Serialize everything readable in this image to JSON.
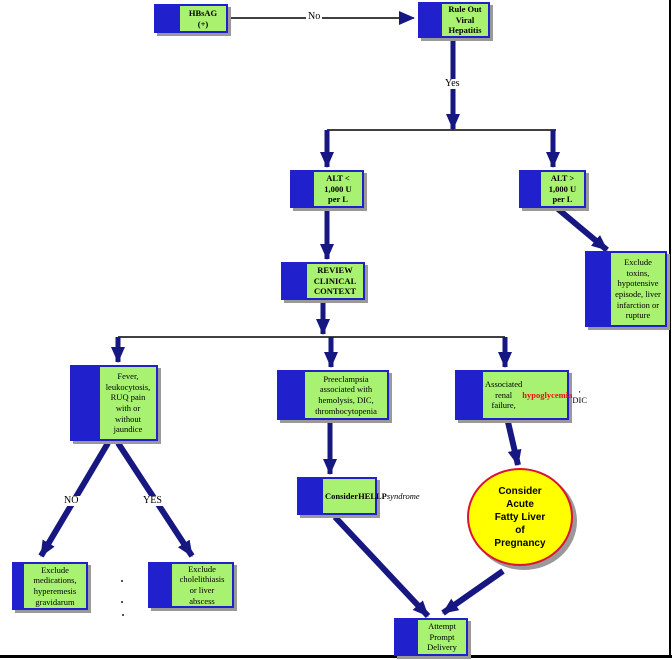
{
  "nodes": {
    "hbsag": {
      "text": "HBsAG\n(+)"
    },
    "rule_out": {
      "text": "Rule Out\nViral\nHepatitis"
    },
    "alt_low": {
      "text": "ALT <\n1,000 U\nper L"
    },
    "alt_high": {
      "text": "ALT >\n1,000 U\nper L"
    },
    "exclude_toxins": {
      "text": "Exclude\ntoxins,\nhypotensive\nepisode, liver\ninfarction or\nrupture"
    },
    "review": {
      "text": "REVIEW\nCLINICAL\nCONTEXT"
    },
    "fever": {
      "text": "Fever,\nleukocytosis,\nRUQ pain\nwith or\nwithout\njaundice"
    },
    "preeclampsia": {
      "text": "Preeclampsia\nassociated with\nhemolysis, DIC,\nthrombocytopenia"
    },
    "associated": {
      "before": "Associated\nrenal failure,\n",
      "highlight": "hypoglycemia",
      "after": " ,\nDIC"
    },
    "hellp": {
      "line1": "Consider",
      "line2": "HELLP",
      "line3": "syndrome"
    },
    "aflp": {
      "text": "Consider\nAcute\nFatty Liver\nof\nPregnancy"
    },
    "exclude_meds": {
      "text": "Exclude\nmedications,\nhyperemesis\ngravidarum"
    },
    "exclude_chole": {
      "text": "Exclude\ncholelithiasis\nor liver\nabscess"
    },
    "delivery": {
      "text": "Attempt\nPrompt\nDelivery"
    }
  },
  "labels": {
    "no_top": "No",
    "yes_top": "Yes",
    "no_branch": "NO",
    "yes_branch": "YES"
  },
  "colors": {
    "node_fill": "#a9f170",
    "node_border": "#2020cc",
    "arrow": "#171782",
    "ellipse_fill": "#ffff00",
    "ellipse_border": "#dd1133",
    "highlight_text": "#ee1111",
    "shadow": "#999999"
  }
}
